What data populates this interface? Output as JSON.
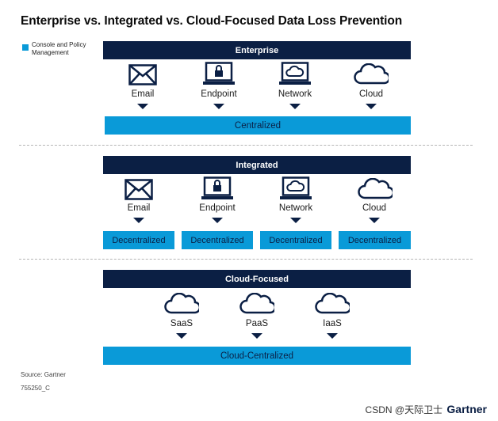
{
  "title": "Enterprise vs. Integrated vs. Cloud-Focused Data Loss Prevention",
  "legend": {
    "label": "Console and Policy Management",
    "color": "#0a9ad8"
  },
  "colors": {
    "dark": "#0b1f44",
    "light": "#0a9ad8",
    "divider": "#b5b5b5"
  },
  "sections": {
    "enterprise": {
      "header": "Enterprise",
      "items": [
        {
          "label": "Email",
          "icon": "email-icon"
        },
        {
          "label": "Endpoint",
          "icon": "endpoint-icon"
        },
        {
          "label": "Network",
          "icon": "network-icon"
        },
        {
          "label": "Cloud",
          "icon": "cloud-icon"
        }
      ],
      "bottom": "Centralized"
    },
    "integrated": {
      "header": "Integrated",
      "items": [
        {
          "label": "Email",
          "icon": "email-icon",
          "bottom": "Decentralized"
        },
        {
          "label": "Endpoint",
          "icon": "endpoint-icon",
          "bottom": "Decentralized"
        },
        {
          "label": "Network",
          "icon": "network-icon",
          "bottom": "Decentralized"
        },
        {
          "label": "Cloud",
          "icon": "cloud-icon",
          "bottom": "Decentralized"
        }
      ]
    },
    "cloud_focused": {
      "header": "Cloud-Focused",
      "items": [
        {
          "label": "SaaS",
          "icon": "cloud-icon"
        },
        {
          "label": "PaaS",
          "icon": "cloud-icon"
        },
        {
          "label": "IaaS",
          "icon": "cloud-icon"
        }
      ],
      "bottom": "Cloud-Centralized"
    }
  },
  "footer": {
    "source": "Source: Gartner",
    "code": "755250_C"
  },
  "watermark": {
    "text": "CSDN @天际卫士",
    "brand": "Gartner"
  }
}
